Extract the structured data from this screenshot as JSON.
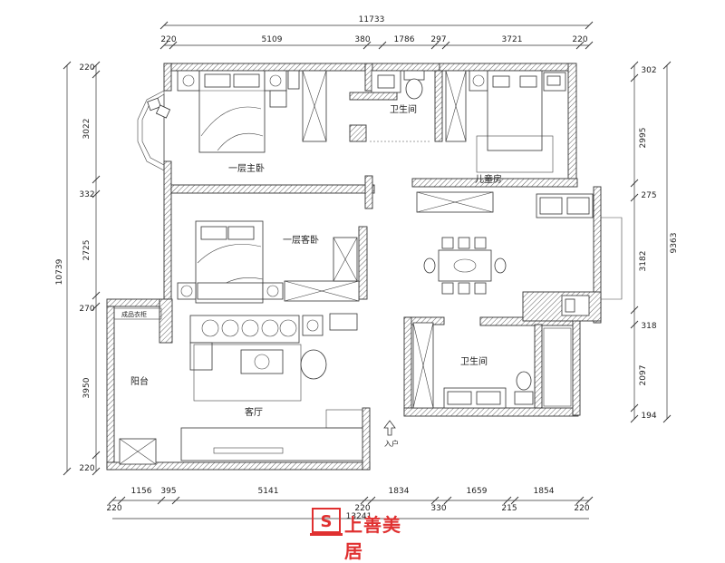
{
  "dims": {
    "top_total": "11733",
    "top": [
      "220",
      "5109",
      "380",
      "1786",
      "297",
      "3721",
      "220"
    ],
    "bottom": [
      "220",
      "1156",
      "395",
      "5141",
      "220",
      "1834",
      "330",
      "1659",
      "215",
      "1854",
      "220"
    ],
    "bottom_total": "13241",
    "left_total": "10739",
    "left": [
      "220",
      "3022",
      "332",
      "2725",
      "270",
      "3950",
      "220"
    ],
    "right_total": "9363",
    "right": [
      "302",
      "2995",
      "275",
      "3182",
      "318",
      "2097",
      "194"
    ]
  },
  "rooms": {
    "master_bedroom": "一层主卧",
    "bathroom_top": "卫生间",
    "kids_room": "儿童房",
    "guest_bedroom": "一层客卧",
    "balcony": "阳台",
    "living_room": "客厅",
    "bathroom_bottom": "卫生间",
    "entrance": "入户",
    "cabinet_label": "成品衣柜"
  },
  "logo": {
    "mark": "S",
    "brand": "上善美居"
  },
  "colors": {
    "wall": "#333333",
    "logo": "#e03030"
  }
}
